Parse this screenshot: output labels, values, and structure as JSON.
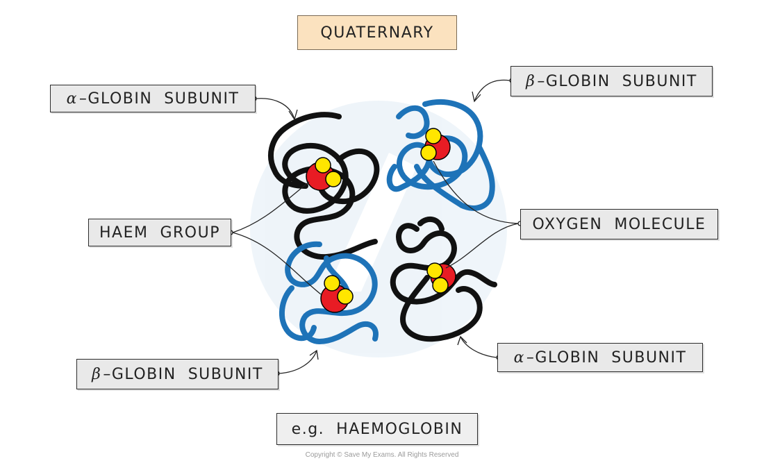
{
  "title": "QUATERNARY",
  "labels": {
    "alpha_top_left": {
      "greek": "α",
      "text": "–GLOBIN  SUBUNIT"
    },
    "beta_top_right": {
      "greek": "β",
      "text": "–GLOBIN  SUBUNIT"
    },
    "haem_group": "HAEM  GROUP",
    "oxygen_molecule": "OXYGEN  MOLECULE",
    "beta_bottom_left": {
      "greek": "β",
      "text": "–GLOBIN  SUBUNIT"
    },
    "alpha_bottom_right": {
      "greek": "α",
      "text": "–GLOBIN  SUBUNIT"
    }
  },
  "example": "e.g.  HAEMOGLOBIN",
  "copyright": "Copyright © Save My Exams. All Rights Reserved",
  "colors": {
    "alpha_chain": "#111111",
    "beta_chain": "#1e73b8",
    "haem": "#e81c24",
    "oxygen": "#ffe600",
    "title_fill": "#fbe2bf",
    "label_fill": "#e9e9e9"
  }
}
